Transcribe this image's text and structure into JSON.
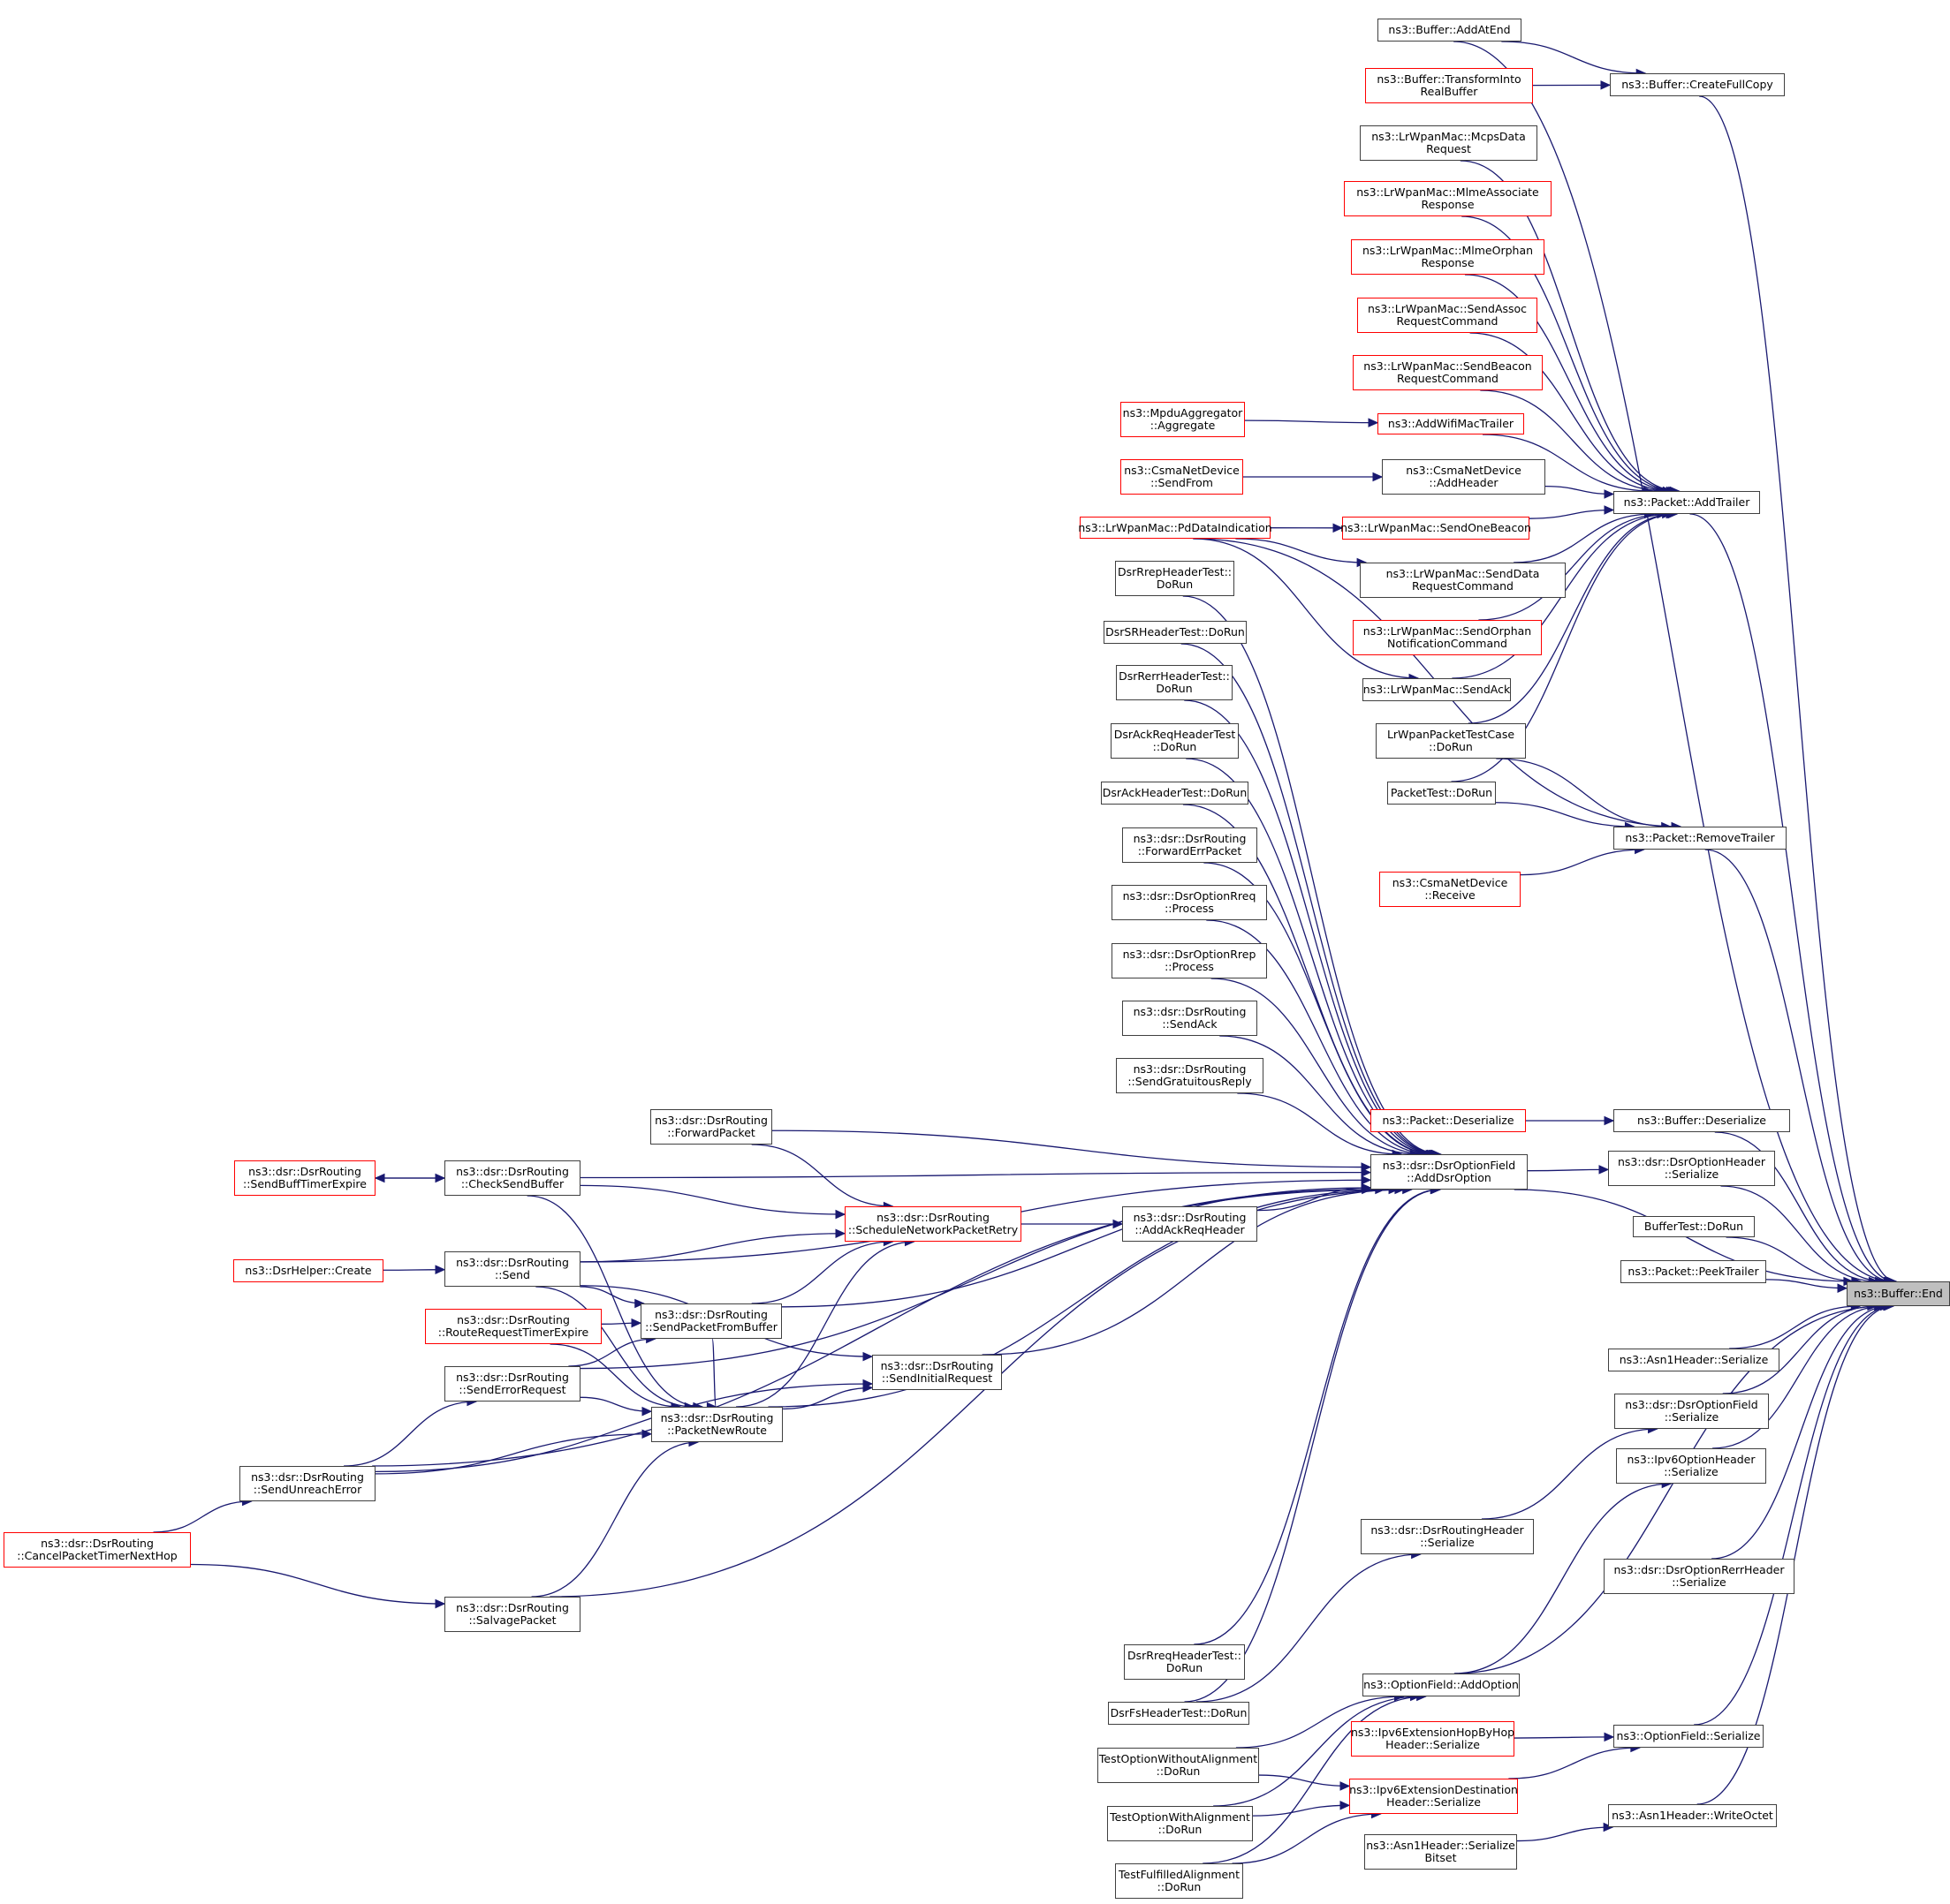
{
  "title": "ns3::Buffer::End caller graph",
  "colors": {
    "edge": "#191970",
    "border_normal": "#404040",
    "border_truncated": "#ff0000",
    "root_fill": "#bfbfbf"
  },
  "nodes": [
    {
      "id": "end",
      "label": "ns3::Buffer::End",
      "style": "root"
    },
    {
      "id": "addAtEnd",
      "label": "ns3::Buffer::AddAtEnd",
      "style": "normal"
    },
    {
      "id": "transformInto",
      "label": "ns3::Buffer::TransformInto\nRealBuffer",
      "style": "red"
    },
    {
      "id": "createFullCopy",
      "label": "ns3::Buffer::CreateFullCopy",
      "style": "normal"
    },
    {
      "id": "mcpsData",
      "label": "ns3::LrWpanMac::McpsData\nRequest",
      "style": "normal"
    },
    {
      "id": "mlmeAssoc",
      "label": "ns3::LrWpanMac::MlmeAssociate\nResponse",
      "style": "red"
    },
    {
      "id": "mlmeOrphan",
      "label": "ns3::LrWpanMac::MlmeOrphan\nResponse",
      "style": "red"
    },
    {
      "id": "sendAssoc",
      "label": "ns3::LrWpanMac::SendAssoc\nRequestCommand",
      "style": "red"
    },
    {
      "id": "sendBeaconReq",
      "label": "ns3::LrWpanMac::SendBeacon\nRequestCommand",
      "style": "red"
    },
    {
      "id": "mpduAgg",
      "label": "ns3::MpduAggregator\n::Aggregate",
      "style": "red"
    },
    {
      "id": "addWifiMac",
      "label": "ns3::AddWifiMacTrailer",
      "style": "red"
    },
    {
      "id": "csmaSendFrom",
      "label": "ns3::CsmaNetDevice\n::SendFrom",
      "style": "red"
    },
    {
      "id": "csmaAddHeader",
      "label": "ns3::CsmaNetDevice\n::AddHeader",
      "style": "normal"
    },
    {
      "id": "addTrailer",
      "label": "ns3::Packet::AddTrailer",
      "style": "normal"
    },
    {
      "id": "pdDataInd",
      "label": "ns3::LrWpanMac::PdDataIndication",
      "style": "red"
    },
    {
      "id": "sendOneBeacon",
      "label": "ns3::LrWpanMac::SendOneBeacon",
      "style": "red"
    },
    {
      "id": "sendDataReq",
      "label": "ns3::LrWpanMac::SendData\nRequestCommand",
      "style": "normal"
    },
    {
      "id": "sendOrphan",
      "label": "ns3::LrWpanMac::SendOrphan\nNotificationCommand",
      "style": "red"
    },
    {
      "id": "lrSendAck",
      "label": "ns3::LrWpanMac::SendAck",
      "style": "normal"
    },
    {
      "id": "lrPktTest",
      "label": "LrWpanPacketTestCase\n::DoRun",
      "style": "normal"
    },
    {
      "id": "packetTest",
      "label": "PacketTest::DoRun",
      "style": "normal"
    },
    {
      "id": "removeTrailer",
      "label": "ns3::Packet::RemoveTrailer",
      "style": "normal"
    },
    {
      "id": "csmaReceive",
      "label": "ns3::CsmaNetDevice\n::Receive",
      "style": "red"
    },
    {
      "id": "rrepTest",
      "label": "DsrRrepHeaderTest::\nDoRun",
      "style": "normal"
    },
    {
      "id": "srTest",
      "label": "DsrSRHeaderTest::DoRun",
      "style": "normal"
    },
    {
      "id": "rerrTest",
      "label": "DsrRerrHeaderTest::\nDoRun",
      "style": "normal"
    },
    {
      "id": "ackReqTest",
      "label": "DsrAckReqHeaderTest\n::DoRun",
      "style": "normal"
    },
    {
      "id": "ackTest",
      "label": "DsrAckHeaderTest::DoRun",
      "style": "normal"
    },
    {
      "id": "fwdErr",
      "label": "ns3::dsr::DsrRouting\n::ForwardErrPacket",
      "style": "normal"
    },
    {
      "id": "rreqProc",
      "label": "ns3::dsr::DsrOptionRreq\n::Process",
      "style": "normal"
    },
    {
      "id": "rrepProc",
      "label": "ns3::dsr::DsrOptionRrep\n::Process",
      "style": "normal"
    },
    {
      "id": "dsrSendAck",
      "label": "ns3::dsr::DsrRouting\n::SendAck",
      "style": "normal"
    },
    {
      "id": "gratReply",
      "label": "ns3::dsr::DsrRouting\n::SendGratuitousReply",
      "style": "normal"
    },
    {
      "id": "pktDeser",
      "label": "ns3::Packet::Deserialize",
      "style": "red"
    },
    {
      "id": "bufDeser",
      "label": "ns3::Buffer::Deserialize",
      "style": "normal"
    },
    {
      "id": "fwdPacket",
      "label": "ns3::dsr::DsrRouting\n::ForwardPacket",
      "style": "normal"
    },
    {
      "id": "addDsrOpt",
      "label": "ns3::dsr::DsrOptionField\n::AddDsrOption",
      "style": "normal"
    },
    {
      "id": "dsrOptHdrSer",
      "label": "ns3::dsr::DsrOptionHeader\n::Serialize",
      "style": "normal"
    },
    {
      "id": "sendBuffTimer",
      "label": "ns3::dsr::DsrRouting\n::SendBuffTimerExpire",
      "style": "red"
    },
    {
      "id": "checkSendBuf",
      "label": "ns3::dsr::DsrRouting\n::CheckSendBuffer",
      "style": "normal"
    },
    {
      "id": "schedRetry",
      "label": "ns3::dsr::DsrRouting\n::ScheduleNetworkPacketRetry",
      "style": "red"
    },
    {
      "id": "addAckReq",
      "label": "ns3::dsr::DsrRouting\n::AddAckReqHeader",
      "style": "normal"
    },
    {
      "id": "bufferTest",
      "label": "BufferTest::DoRun",
      "style": "normal"
    },
    {
      "id": "dsrHelper",
      "label": "ns3::DsrHelper::Create",
      "style": "red"
    },
    {
      "id": "dsrSend",
      "label": "ns3::dsr::DsrRouting\n::Send",
      "style": "normal"
    },
    {
      "id": "peekTrailer",
      "label": "ns3::Packet::PeekTrailer",
      "style": "normal"
    },
    {
      "id": "sendPktFromBuf",
      "label": "ns3::dsr::DsrRouting\n::SendPacketFromBuffer",
      "style": "normal"
    },
    {
      "id": "routeReqTimer",
      "label": "ns3::dsr::DsrRouting\n::RouteRequestTimerExpire",
      "style": "red"
    },
    {
      "id": "asn1Ser",
      "label": "ns3::Asn1Header::Serialize",
      "style": "normal"
    },
    {
      "id": "sendInitReq",
      "label": "ns3::dsr::DsrRouting\n::SendInitialRequest",
      "style": "normal"
    },
    {
      "id": "sendErrReq",
      "label": "ns3::dsr::DsrRouting\n::SendErrorRequest",
      "style": "normal"
    },
    {
      "id": "dsrOptFieldSer",
      "label": "ns3::dsr::DsrOptionField\n::Serialize",
      "style": "normal"
    },
    {
      "id": "pktNewRoute",
      "label": "ns3::dsr::DsrRouting\n::PacketNewRoute",
      "style": "normal"
    },
    {
      "id": "ipv6OptHdrSer",
      "label": "ns3::Ipv6OptionHeader\n::Serialize",
      "style": "normal"
    },
    {
      "id": "sendUnreach",
      "label": "ns3::dsr::DsrRouting\n::SendUnreachError",
      "style": "normal"
    },
    {
      "id": "cancelTimer",
      "label": "ns3::dsr::DsrRouting\n::CancelPacketTimerNextHop",
      "style": "red"
    },
    {
      "id": "dsrRoutHdrSer",
      "label": "ns3::dsr::DsrRoutingHeader\n::Serialize",
      "style": "normal"
    },
    {
      "id": "rerrHdrSer",
      "label": "ns3::dsr::DsrOptionRerrHeader\n::Serialize",
      "style": "normal"
    },
    {
      "id": "salvage",
      "label": "ns3::dsr::DsrRouting\n::SalvagePacket",
      "style": "normal"
    },
    {
      "id": "rreqTest",
      "label": "DsrRreqHeaderTest::\nDoRun",
      "style": "normal"
    },
    {
      "id": "optAddOpt",
      "label": "ns3::OptionField::AddOption",
      "style": "normal"
    },
    {
      "id": "fsTest",
      "label": "DsrFsHeaderTest::DoRun",
      "style": "normal"
    },
    {
      "id": "hopByHop",
      "label": "ns3::Ipv6ExtensionHopByHop\nHeader::Serialize",
      "style": "red"
    },
    {
      "id": "optFieldSer",
      "label": "ns3::OptionField::Serialize",
      "style": "normal"
    },
    {
      "id": "testWithout",
      "label": "TestOptionWithoutAlignment\n::DoRun",
      "style": "normal"
    },
    {
      "id": "ipv6DestSer",
      "label": "ns3::Ipv6ExtensionDestination\nHeader::Serialize",
      "style": "red"
    },
    {
      "id": "testWith",
      "label": "TestOptionWithAlignment\n::DoRun",
      "style": "normal"
    },
    {
      "id": "asn1Bitset",
      "label": "ns3::Asn1Header::Serialize\nBitset",
      "style": "normal"
    },
    {
      "id": "writeOctet",
      "label": "ns3::Asn1Header::WriteOctet",
      "style": "normal"
    },
    {
      "id": "testFulfilled",
      "label": "TestFulfilledAlignment\n::DoRun",
      "style": "normal"
    }
  ],
  "edges": [
    [
      "addAtEnd",
      "end"
    ],
    [
      "addAtEnd",
      "createFullCopy"
    ],
    [
      "transformInto",
      "createFullCopy"
    ],
    [
      "createFullCopy",
      "end"
    ],
    [
      "mcpsData",
      "addTrailer"
    ],
    [
      "mlmeAssoc",
      "addTrailer"
    ],
    [
      "mlmeOrphan",
      "addTrailer"
    ],
    [
      "sendAssoc",
      "addTrailer"
    ],
    [
      "sendBeaconReq",
      "addTrailer"
    ],
    [
      "mpduAgg",
      "addWifiMac"
    ],
    [
      "addWifiMac",
      "addTrailer"
    ],
    [
      "csmaSendFrom",
      "csmaAddHeader"
    ],
    [
      "csmaAddHeader",
      "addTrailer"
    ],
    [
      "pdDataInd",
      "sendOneBeacon"
    ],
    [
      "pdDataInd",
      "sendDataReq"
    ],
    [
      "pdDataInd",
      "lrSendAck"
    ],
    [
      "pdDataInd",
      "removeTrailer"
    ],
    [
      "sendOneBeacon",
      "addTrailer"
    ],
    [
      "sendDataReq",
      "addTrailer"
    ],
    [
      "sendOrphan",
      "addTrailer"
    ],
    [
      "lrSendAck",
      "addTrailer"
    ],
    [
      "lrPktTest",
      "addTrailer"
    ],
    [
      "lrPktTest",
      "removeTrailer"
    ],
    [
      "packetTest",
      "addTrailer"
    ],
    [
      "packetTest",
      "removeTrailer"
    ],
    [
      "csmaReceive",
      "removeTrailer"
    ],
    [
      "addTrailer",
      "end"
    ],
    [
      "removeTrailer",
      "end"
    ],
    [
      "rrepTest",
      "addDsrOpt"
    ],
    [
      "srTest",
      "addDsrOpt"
    ],
    [
      "rerrTest",
      "addDsrOpt"
    ],
    [
      "ackReqTest",
      "addDsrOpt"
    ],
    [
      "ackTest",
      "addDsrOpt"
    ],
    [
      "fwdErr",
      "addDsrOpt"
    ],
    [
      "rreqProc",
      "addDsrOpt"
    ],
    [
      "rrepProc",
      "addDsrOpt"
    ],
    [
      "dsrSendAck",
      "addDsrOpt"
    ],
    [
      "gratReply",
      "addDsrOpt"
    ],
    [
      "pktDeser",
      "bufDeser"
    ],
    [
      "bufDeser",
      "end"
    ],
    [
      "fwdPacket",
      "addDsrOpt"
    ],
    [
      "fwdPacket",
      "schedRetry"
    ],
    [
      "addDsrOpt",
      "dsrOptHdrSer"
    ],
    [
      "addDsrOpt",
      "end"
    ],
    [
      "dsrOptHdrSer",
      "end"
    ],
    [
      "checkSendBuf",
      "sendBuffTimer"
    ],
    [
      "sendBuffTimer",
      "checkSendBuf"
    ],
    [
      "checkSendBuf",
      "addDsrOpt"
    ],
    [
      "checkSendBuf",
      "schedRetry"
    ],
    [
      "checkSendBuf",
      "pktNewRoute"
    ],
    [
      "schedRetry",
      "addAckReq"
    ],
    [
      "addAckReq",
      "addDsrOpt"
    ],
    [
      "bufferTest",
      "end"
    ],
    [
      "dsrHelper",
      "dsrSend"
    ],
    [
      "dsrSend",
      "schedRetry"
    ],
    [
      "dsrSend",
      "addDsrOpt"
    ],
    [
      "dsrSend",
      "sendPktFromBuf"
    ],
    [
      "dsrSend",
      "pktNewRoute"
    ],
    [
      "dsrSend",
      "sendInitReq"
    ],
    [
      "peekTrailer",
      "end"
    ],
    [
      "sendPktFromBuf",
      "schedRetry"
    ],
    [
      "sendPktFromBuf",
      "addDsrOpt"
    ],
    [
      "sendPktFromBuf",
      "pktNewRoute"
    ],
    [
      "routeReqTimer",
      "sendPktFromBuf"
    ],
    [
      "routeReqTimer",
      "pktNewRoute"
    ],
    [
      "asn1Ser",
      "end"
    ],
    [
      "sendInitReq",
      "addDsrOpt"
    ],
    [
      "pktNewRoute",
      "sendInitReq"
    ],
    [
      "pktNewRoute",
      "schedRetry"
    ],
    [
      "pktNewRoute",
      "addDsrOpt"
    ],
    [
      "sendErrReq",
      "sendPktFromBuf"
    ],
    [
      "sendErrReq",
      "pktNewRoute"
    ],
    [
      "sendErrReq",
      "addDsrOpt"
    ],
    [
      "dsrOptFieldSer",
      "end"
    ],
    [
      "ipv6OptHdrSer",
      "end"
    ],
    [
      "sendUnreach",
      "sendErrReq"
    ],
    [
      "sendUnreach",
      "pktNewRoute"
    ],
    [
      "sendUnreach",
      "addDsrOpt"
    ],
    [
      "sendUnreach",
      "sendInitReq"
    ],
    [
      "cancelTimer",
      "sendUnreach"
    ],
    [
      "cancelTimer",
      "salvage"
    ],
    [
      "dsrRoutHdrSer",
      "dsrOptFieldSer"
    ],
    [
      "rerrHdrSer",
      "end"
    ],
    [
      "salvage",
      "pktNewRoute"
    ],
    [
      "salvage",
      "addDsrOpt"
    ],
    [
      "rreqTest",
      "addDsrOpt"
    ],
    [
      "optAddOpt",
      "ipv6OptHdrSer"
    ],
    [
      "optAddOpt",
      "end"
    ],
    [
      "fsTest",
      "addDsrOpt"
    ],
    [
      "fsTest",
      "dsrRoutHdrSer"
    ],
    [
      "hopByHop",
      "optFieldSer"
    ],
    [
      "optFieldSer",
      "end"
    ],
    [
      "testWithout",
      "optAddOpt"
    ],
    [
      "testWithout",
      "ipv6DestSer"
    ],
    [
      "ipv6DestSer",
      "optFieldSer"
    ],
    [
      "testWith",
      "optAddOpt"
    ],
    [
      "testWith",
      "ipv6DestSer"
    ],
    [
      "asn1Bitset",
      "writeOctet"
    ],
    [
      "writeOctet",
      "end"
    ],
    [
      "testFulfilled",
      "optAddOpt"
    ],
    [
      "testFulfilled",
      "ipv6DestSer"
    ]
  ]
}
